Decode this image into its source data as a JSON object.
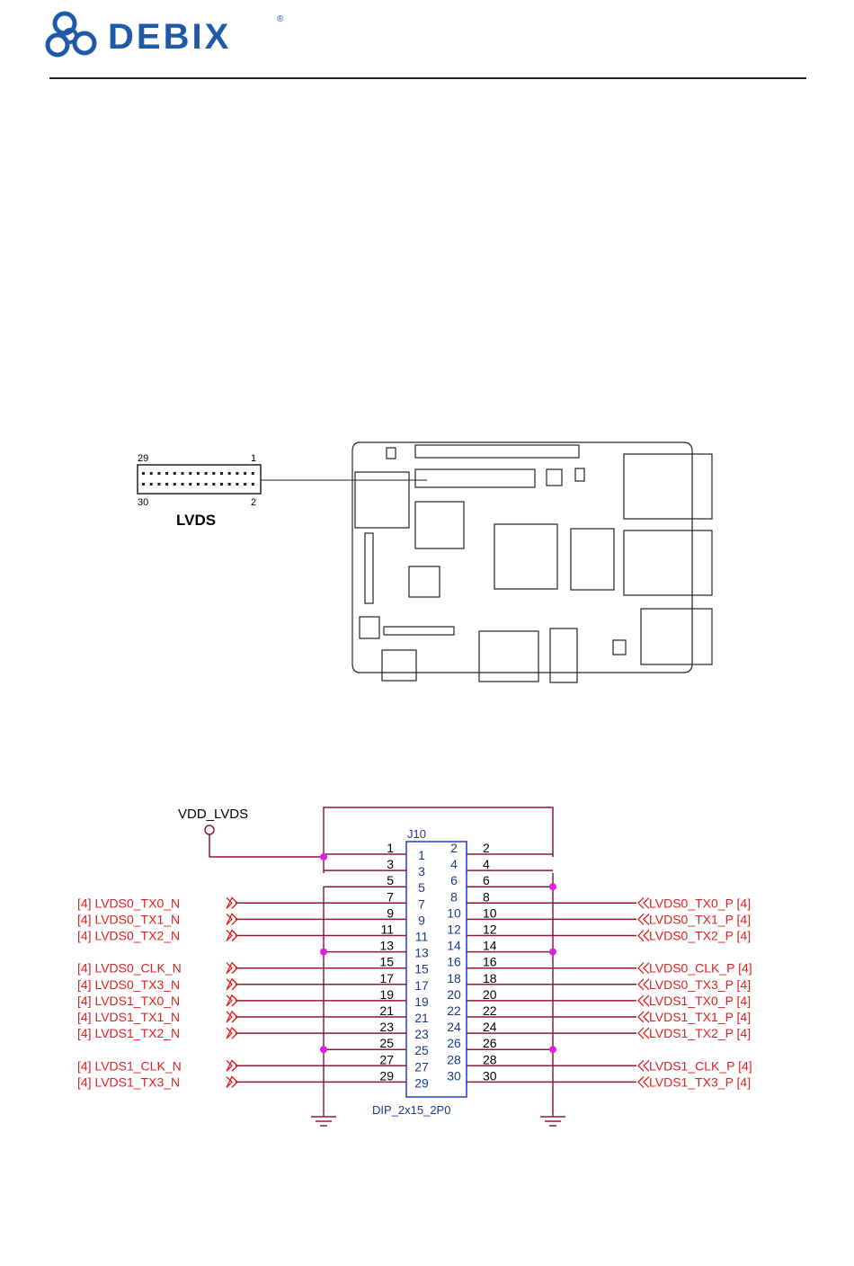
{
  "header": {
    "brand": "DEBIX",
    "registered": "®"
  },
  "board": {
    "connector_label": "LVDS",
    "pin_top_left": "29",
    "pin_top_right": "1",
    "pin_bottom_left": "30",
    "pin_bottom_right": "2"
  },
  "schematic": {
    "power_label": "VDD_LVDS",
    "ref": "J10",
    "footprint": "DIP_2x15_2P0",
    "left_signals": [
      {
        "pin": "7",
        "name": "[4]  LVDS0_TX0_N"
      },
      {
        "pin": "9",
        "name": "[4]  LVDS0_TX1_N"
      },
      {
        "pin": "11",
        "name": "[4]  LVDS0_TX2_N"
      },
      {
        "pin": "15",
        "name": "[4]  LVDS0_CLK_N"
      },
      {
        "pin": "17",
        "name": "[4]  LVDS0_TX3_N"
      },
      {
        "pin": "19",
        "name": "[4]  LVDS1_TX0_N"
      },
      {
        "pin": "21",
        "name": "[4]  LVDS1_TX1_N"
      },
      {
        "pin": "23",
        "name": "[4]  LVDS1_TX2_N"
      },
      {
        "pin": "27",
        "name": "[4]  LVDS1_CLK_N"
      },
      {
        "pin": "29",
        "name": "[4]  LVDS1_TX3_N"
      }
    ],
    "right_signals": [
      {
        "pin": "8",
        "name": "LVDS0_TX0_P  [4]"
      },
      {
        "pin": "10",
        "name": "LVDS0_TX1_P  [4]"
      },
      {
        "pin": "12",
        "name": "LVDS0_TX2_P  [4]"
      },
      {
        "pin": "16",
        "name": "LVDS0_CLK_P   [4]"
      },
      {
        "pin": "18",
        "name": "LVDS0_TX3_P  [4]"
      },
      {
        "pin": "20",
        "name": "LVDS1_TX0_P  [4]"
      },
      {
        "pin": "22",
        "name": "LVDS1_TX1_P  [4]"
      },
      {
        "pin": "24",
        "name": "LVDS1_TX2_P  [4]"
      },
      {
        "pin": "28",
        "name": "LVDS1_CLK_P   [4]"
      },
      {
        "pin": "30",
        "name": "LVDS1_TX3_P  [4]"
      }
    ],
    "left_pin_numbers": [
      "1",
      "3",
      "5",
      "7",
      "9",
      "11",
      "13",
      "15",
      "17",
      "19",
      "21",
      "23",
      "25",
      "27",
      "29"
    ],
    "right_pin_numbers": [
      "2",
      "4",
      "6",
      "8",
      "10",
      "12",
      "14",
      "16",
      "18",
      "20",
      "22",
      "24",
      "26",
      "28",
      "30"
    ],
    "inner_left_numbers": [
      "1",
      "3",
      "5",
      "7",
      "9",
      "11",
      "13",
      "15",
      "17",
      "19",
      "21",
      "23",
      "25",
      "27",
      "29"
    ],
    "inner_right_numbers": [
      "2",
      "4",
      "6",
      "8",
      "10",
      "12",
      "14",
      "16",
      "18",
      "20",
      "22",
      "24",
      "26",
      "28",
      "30"
    ],
    "colors": {
      "signal": "#e02020",
      "wire": "#8b1a3a",
      "junction": "#e020e0",
      "pin_inner": "#1a3a8a",
      "box": "#1f3fcf"
    }
  }
}
